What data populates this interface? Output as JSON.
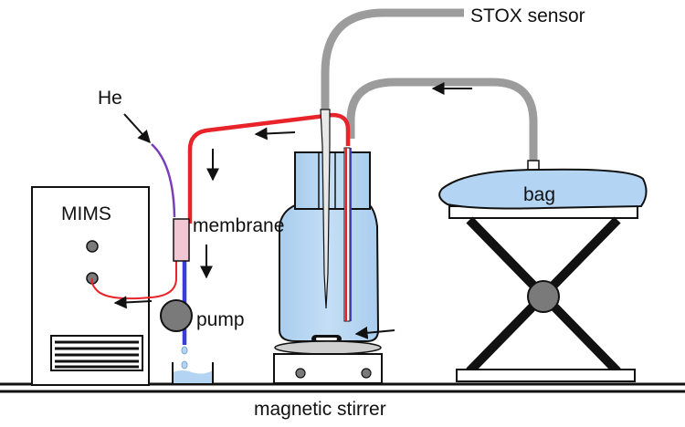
{
  "labels": {
    "stox_sensor": "STOX sensor",
    "he": "He",
    "mims": "MIMS",
    "membrane": "membrane",
    "pump": "pump",
    "bag": "bag",
    "magnetic_stirrer": "magnetic stirrer"
  },
  "colors": {
    "outline": "#111111",
    "liquid": "#b3d4f2",
    "red_tube": "#e8242a",
    "purple_tube": "#7a3fb8",
    "blue_tube": "#3b3bd6",
    "grey_tube": "#9c9c9c",
    "knob": "#7a7a7a",
    "membrane_fill": "#f2c6d2"
  },
  "icons": [
    "arrow-icon",
    "pump-icon",
    "stir-bar-icon",
    "scissor-lift-icon"
  ]
}
